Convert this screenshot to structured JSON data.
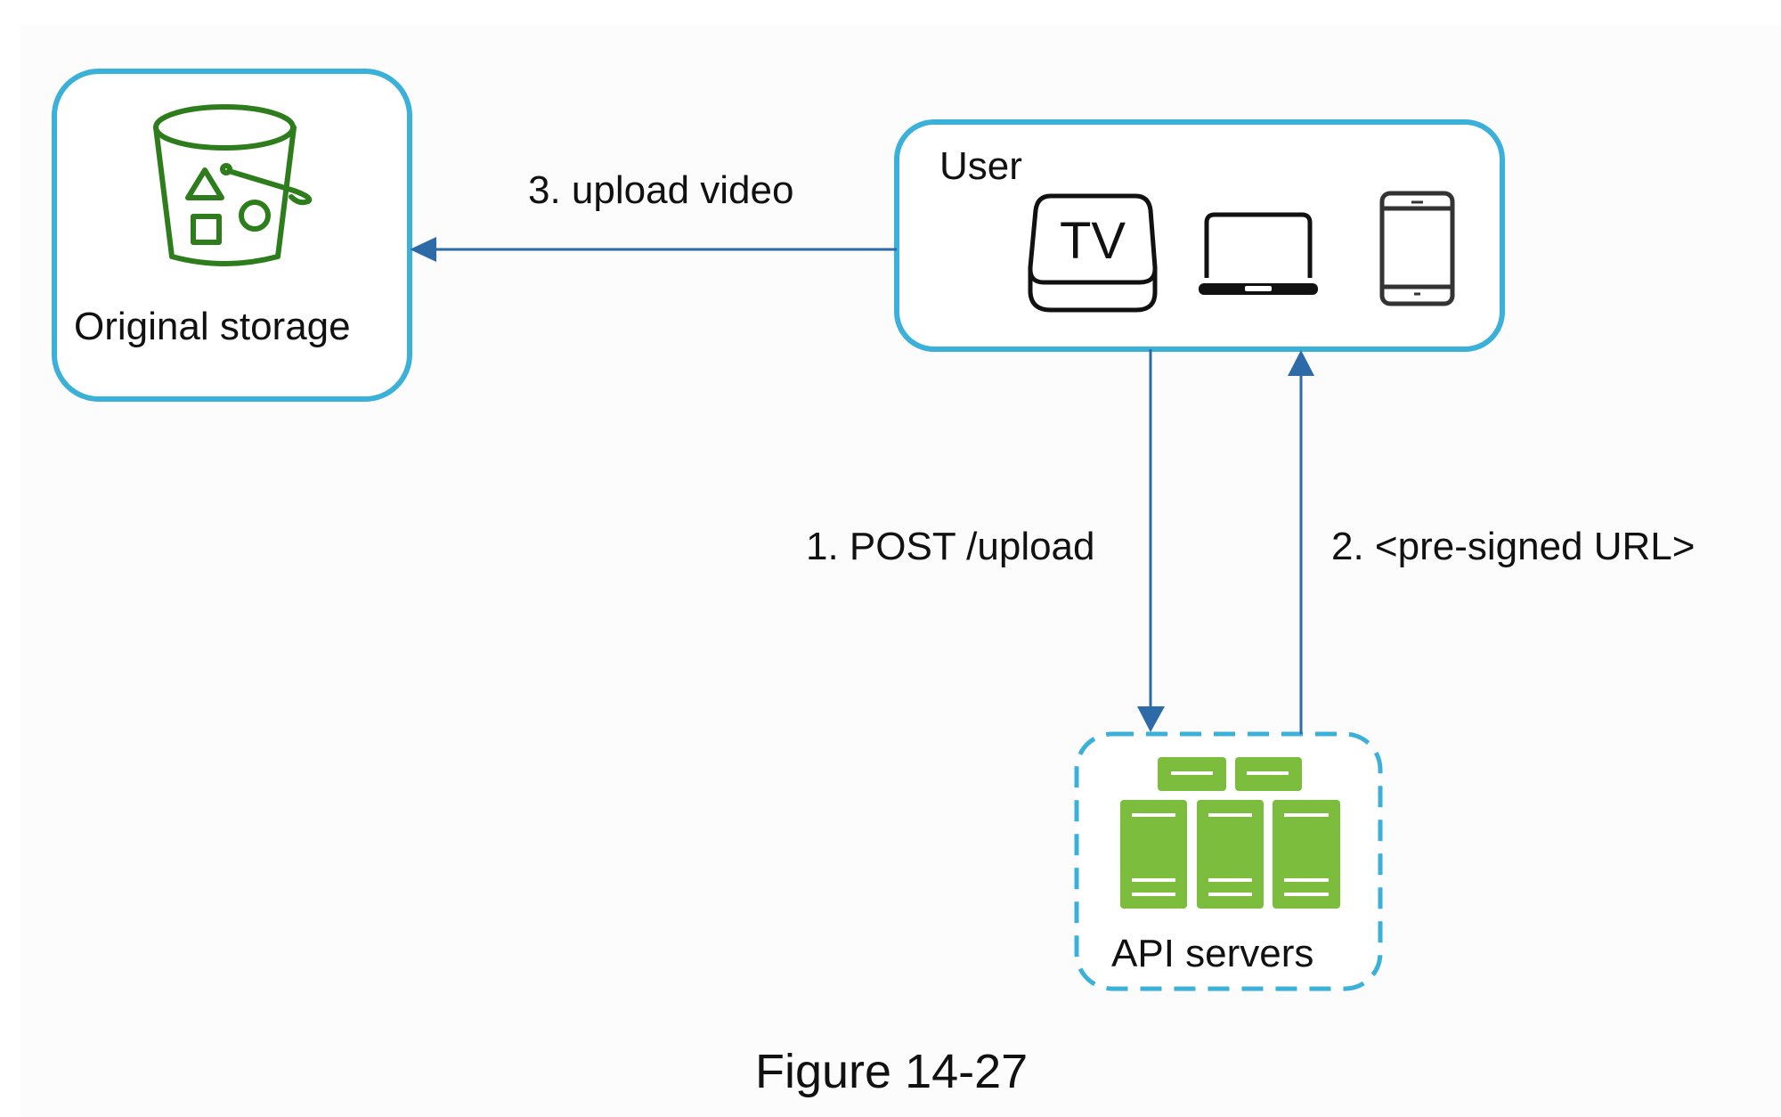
{
  "figure": {
    "caption": "Figure 14-27"
  },
  "colors": {
    "box_border": "#3bb0d8",
    "arrow": "#2d6aa8",
    "bucket_green": "#2e7d1c",
    "server_green": "#7cbd3e",
    "device_dark": "#111111",
    "tablet_dark": "#333333"
  },
  "nodes": {
    "storage": {
      "label": "Original storage",
      "icon": "storage-bucket-icon"
    },
    "user": {
      "label": "User",
      "devices": [
        {
          "name": "tv",
          "icon": "tv-icon",
          "text": "TV"
        },
        {
          "name": "laptop",
          "icon": "laptop-icon"
        },
        {
          "name": "tablet",
          "icon": "tablet-icon"
        }
      ]
    },
    "api": {
      "label": "API servers",
      "icon": "server-rack-icon"
    }
  },
  "edges": [
    {
      "id": "post-upload",
      "from": "user",
      "to": "api",
      "label": "1. POST /upload"
    },
    {
      "id": "presigned-url",
      "from": "api",
      "to": "user",
      "label": "2. <pre-signed URL>"
    },
    {
      "id": "upload-video",
      "from": "user",
      "to": "storage",
      "label": "3. upload video"
    }
  ]
}
